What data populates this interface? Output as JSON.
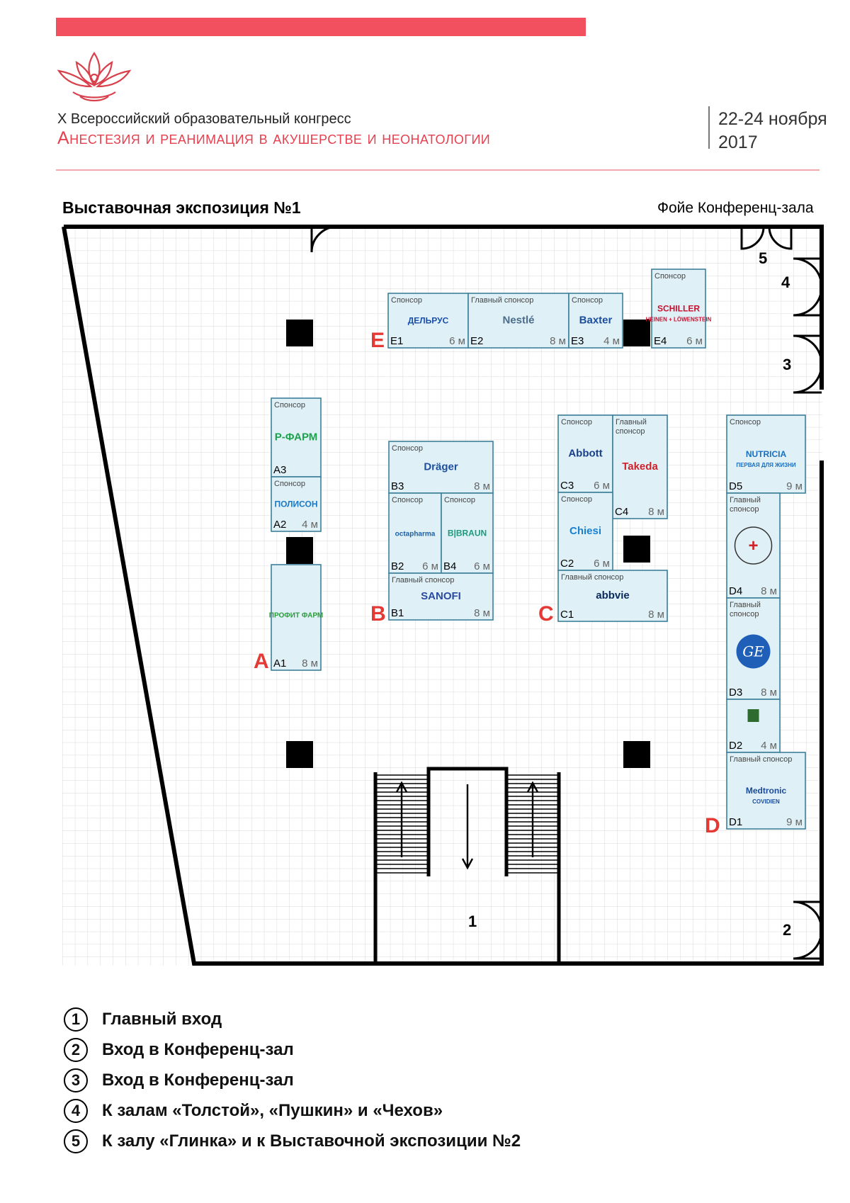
{
  "header": {
    "congress": "X Всероссийский образовательный конгресс",
    "title": "Анестезия и реанимация в акушерстве и неонатологии",
    "dates": "22-24 ноября",
    "year": "2017",
    "accent_color": "#f2505f"
  },
  "plan": {
    "title": "Выставочная экспозиция №1",
    "location": "Фойе Конференц-зала",
    "zone_letters": [
      "A",
      "B",
      "C",
      "D",
      "E"
    ],
    "zone_color": "#e53935",
    "booth_fill": "#dff1f7",
    "door_numbers": [
      "1",
      "2",
      "3",
      "4",
      "5"
    ],
    "booths": [
      {
        "id": "A3",
        "tag": "Спонсор",
        "size": "",
        "logo": "Р-ФАРМ"
      },
      {
        "id": "A2",
        "tag": "Спонсор",
        "size": "4 м",
        "logo": "ПОЛИСОН"
      },
      {
        "id": "A1",
        "tag": "",
        "size": "8 м",
        "logo": "ПРОФИТ ФАРМ"
      },
      {
        "id": "B3",
        "tag": "Спонсор",
        "size": "8 м",
        "logo": "Dräger"
      },
      {
        "id": "B2",
        "tag": "Спонсор",
        "size": "6 м",
        "logo": "octapharma"
      },
      {
        "id": "B4",
        "tag": "Спонсор",
        "size": "6 м",
        "logo": "B|BRAUN"
      },
      {
        "id": "B1",
        "tag": "Главный спонсор",
        "size": "8 м",
        "logo": "SANOFI"
      },
      {
        "id": "C3",
        "tag": "Спонсор",
        "size": "6 м",
        "logo": "Abbott"
      },
      {
        "id": "C4",
        "tag": "Главный спонсор",
        "size": "8 м",
        "logo": "Takeda"
      },
      {
        "id": "C2",
        "tag": "Спонсор",
        "size": "6 м",
        "logo": "Chiesi"
      },
      {
        "id": "C1",
        "tag": "Главный спонсор",
        "size": "8 м",
        "logo": "abbvie"
      },
      {
        "id": "D5",
        "tag": "Спонсор",
        "size": "9 м",
        "logo": "NUTRICIA",
        "logo2": "ПЕРВАЯ ДЛЯ ЖИЗНИ"
      },
      {
        "id": "D4",
        "tag": "Главный спонсор",
        "size": "8 м",
        "logo": "+"
      },
      {
        "id": "D3",
        "tag": "Главный спонсор",
        "size": "8 м",
        "logo": "GE"
      },
      {
        "id": "D2",
        "tag": "",
        "size": "4 м",
        "logo": ""
      },
      {
        "id": "D1",
        "tag": "Главный спонсор",
        "size": "9 м",
        "logo": "Medtronic",
        "logo2": "COVIDIEN"
      },
      {
        "id": "E1",
        "tag": "Спонсор",
        "size": "6 м",
        "logo": "ДЕЛЬРУС"
      },
      {
        "id": "E2",
        "tag": "Главный спонсор",
        "size": "8 м",
        "logo": "Nestlé"
      },
      {
        "id": "E3",
        "tag": "Спонсор",
        "size": "4 м",
        "logo": "Baxter"
      },
      {
        "id": "E4",
        "tag": "Спонсор",
        "size": "6 м",
        "logo": "SCHILLER",
        "logo2": "HEINEN + LÖWENSTEIN"
      }
    ]
  },
  "legend": [
    {
      "num": "①",
      "text": "Главный вход"
    },
    {
      "num": "②",
      "text": "Вход в Конференц-зал"
    },
    {
      "num": "③",
      "text": "Вход в Конференц-зал"
    },
    {
      "num": "④",
      "text": "К залам «Толстой», «Пушкин» и «Чехов»"
    },
    {
      "num": "⑤",
      "text": "К залу «Глинка» и к Выставочной экспозиции №2"
    }
  ]
}
